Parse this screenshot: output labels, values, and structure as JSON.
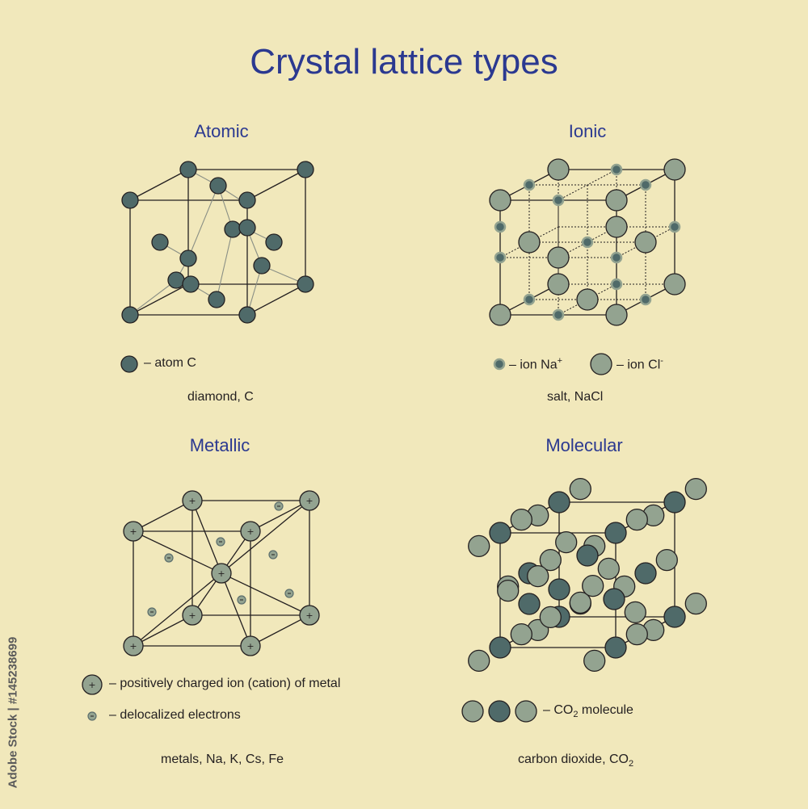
{
  "title": "Crystal lattice types",
  "colors": {
    "background": "#f1e8bb",
    "heading": "#2b3990",
    "dark_atom": "#4f6a69",
    "light_atom": "#93a390",
    "outline": "#231f20"
  },
  "panels": {
    "atomic": {
      "heading": "Atomic",
      "legend": "– atom C",
      "caption": "diamond, C"
    },
    "ionic": {
      "heading": "Ionic",
      "legend_na_prefix": "– ion Na",
      "legend_na_sup": "+",
      "legend_cl_prefix": "– ion Cl",
      "legend_cl_sup": "-",
      "caption": "salt, NaCl"
    },
    "metallic": {
      "heading": "Metallic",
      "legend_ion": "– positively charged ion (cation) of metal",
      "legend_electron": "– delocalized electrons",
      "caption": "metals, Na, K, Cs, Fe",
      "ion_symbol": "+",
      "electron_symbol": "-"
    },
    "molecular": {
      "heading": "Molecular",
      "legend_prefix": "– CO",
      "legend_sub": "2",
      "legend_suffix": " molecule",
      "caption_prefix": "carbon dioxide, CO",
      "caption_sub": "2"
    }
  },
  "watermark": "Adobe Stock | #145238699"
}
